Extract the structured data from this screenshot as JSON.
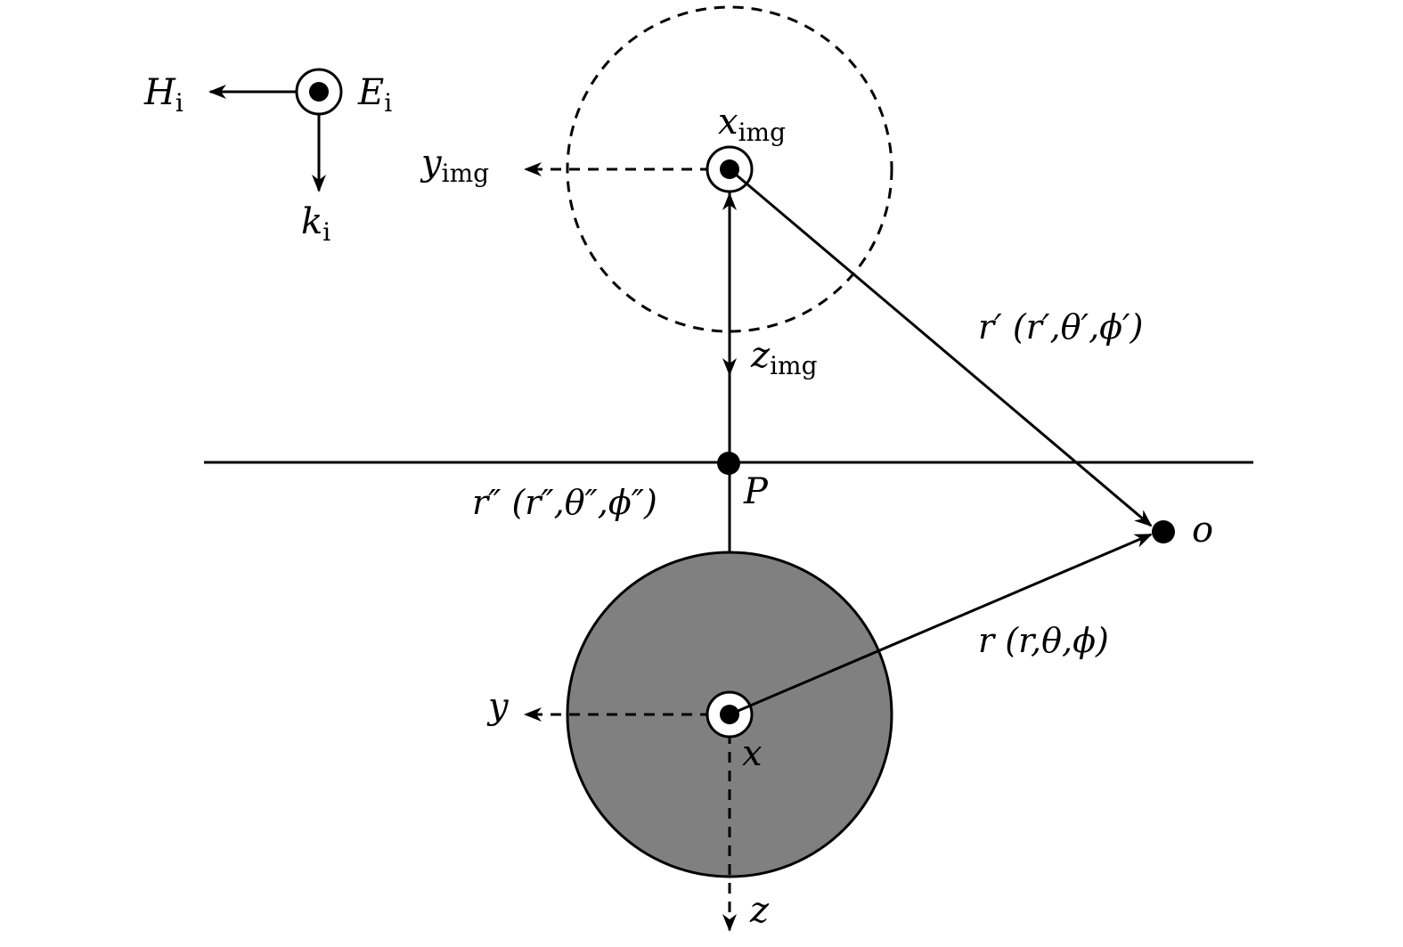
{
  "colors": {
    "ink": "#000000",
    "sphere_fill": "#808080",
    "background": "#ffffff"
  },
  "incident": {
    "h": {
      "main": "H",
      "sub": "i"
    },
    "e": {
      "main": "E",
      "sub": "i"
    },
    "k": {
      "main": "k",
      "sub": "i"
    }
  },
  "image_frame": {
    "x": {
      "main": "x",
      "sub": "img"
    },
    "y": {
      "main": "y",
      "sub": "img"
    },
    "z": {
      "main": "z",
      "sub": "img"
    }
  },
  "sphere_frame": {
    "x": "x",
    "y": "y",
    "z": "z"
  },
  "points": {
    "p": "P",
    "o": "o"
  },
  "vectors": {
    "r_prime": "r′ (r′,θ′,ϕ′)",
    "r_double_prime": "r″ (r″,θ″,ϕ″)",
    "r": "r (r,θ,ϕ)"
  },
  "icons": {
    "out_of_page": "circled-dot-icon"
  }
}
